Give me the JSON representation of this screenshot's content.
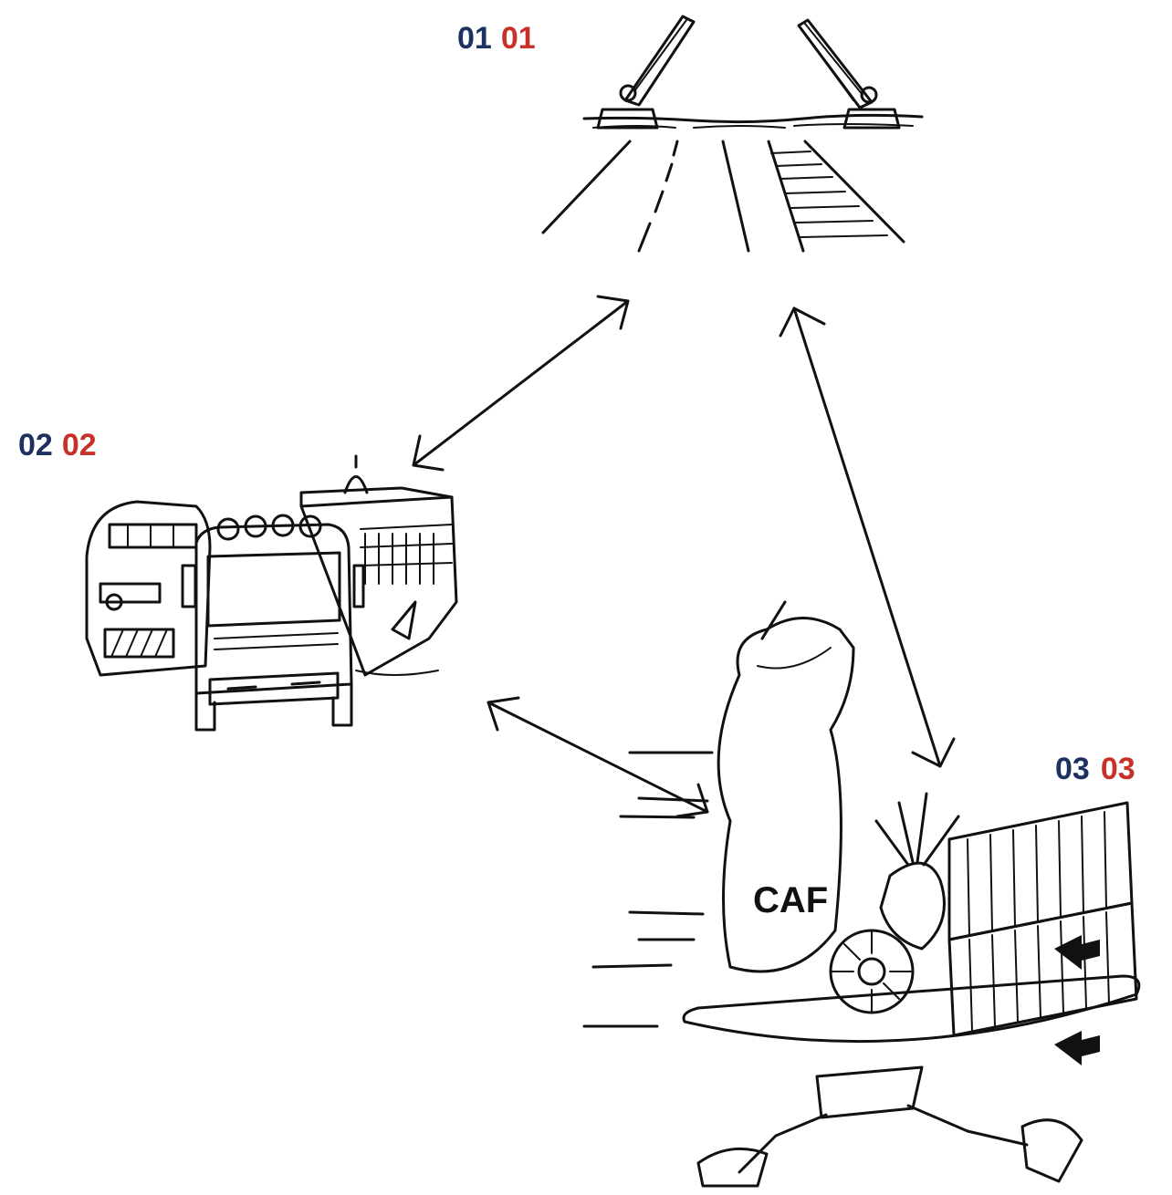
{
  "nodes": [
    {
      "id": "1",
      "num_a": "01",
      "num_b": "01",
      "illustration": "drawbridge-road-rail"
    },
    {
      "id": "2",
      "num_a": "02",
      "num_b": "02",
      "illustration": "train-truck-ship"
    },
    {
      "id": "3",
      "num_a": "03",
      "num_b": "03",
      "illustration": "running-man-carrying-goods"
    }
  ],
  "edges": [
    {
      "from": "2",
      "to": "1",
      "type": "bidirectional"
    },
    {
      "from": "3",
      "to": "1",
      "type": "bidirectional"
    },
    {
      "from": "2",
      "to": "3",
      "type": "bidirectional"
    }
  ],
  "colors": {
    "number_primary": "#1d3160",
    "number_secondary": "#c8302a",
    "ink": "#111111"
  },
  "icons": [
    "drawbridge-icon",
    "transport-vehicles-icon",
    "running-courier-icon",
    "double-arrow-icon"
  ]
}
